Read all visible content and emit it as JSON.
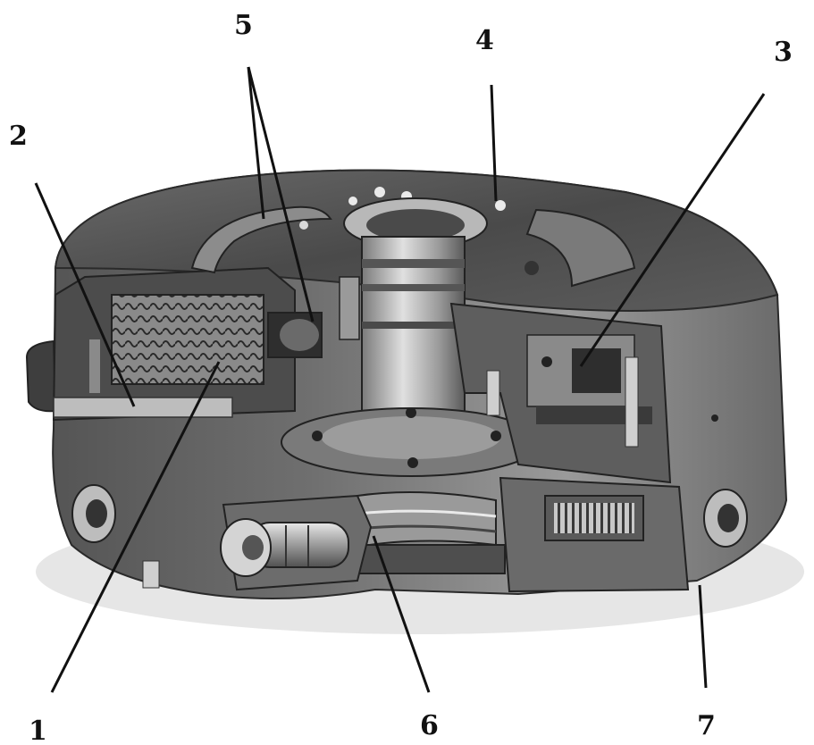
{
  "figure": {
    "description_type": "cutaway-mechanical-illustration",
    "labels": [
      {
        "id": "1",
        "text": "1"
      },
      {
        "id": "2",
        "text": "2"
      },
      {
        "id": "3",
        "text": "3"
      },
      {
        "id": "4",
        "text": "4"
      },
      {
        "id": "5",
        "text": "5"
      },
      {
        "id": "6",
        "text": "6"
      },
      {
        "id": "7",
        "text": "7"
      }
    ]
  },
  "colors": {
    "metal_dark": "#3c3c3c",
    "metal_mid": "#6e6e6e",
    "metal_light": "#b4b4b4",
    "highlight": "#dcdcdc",
    "ink": "#111111"
  }
}
